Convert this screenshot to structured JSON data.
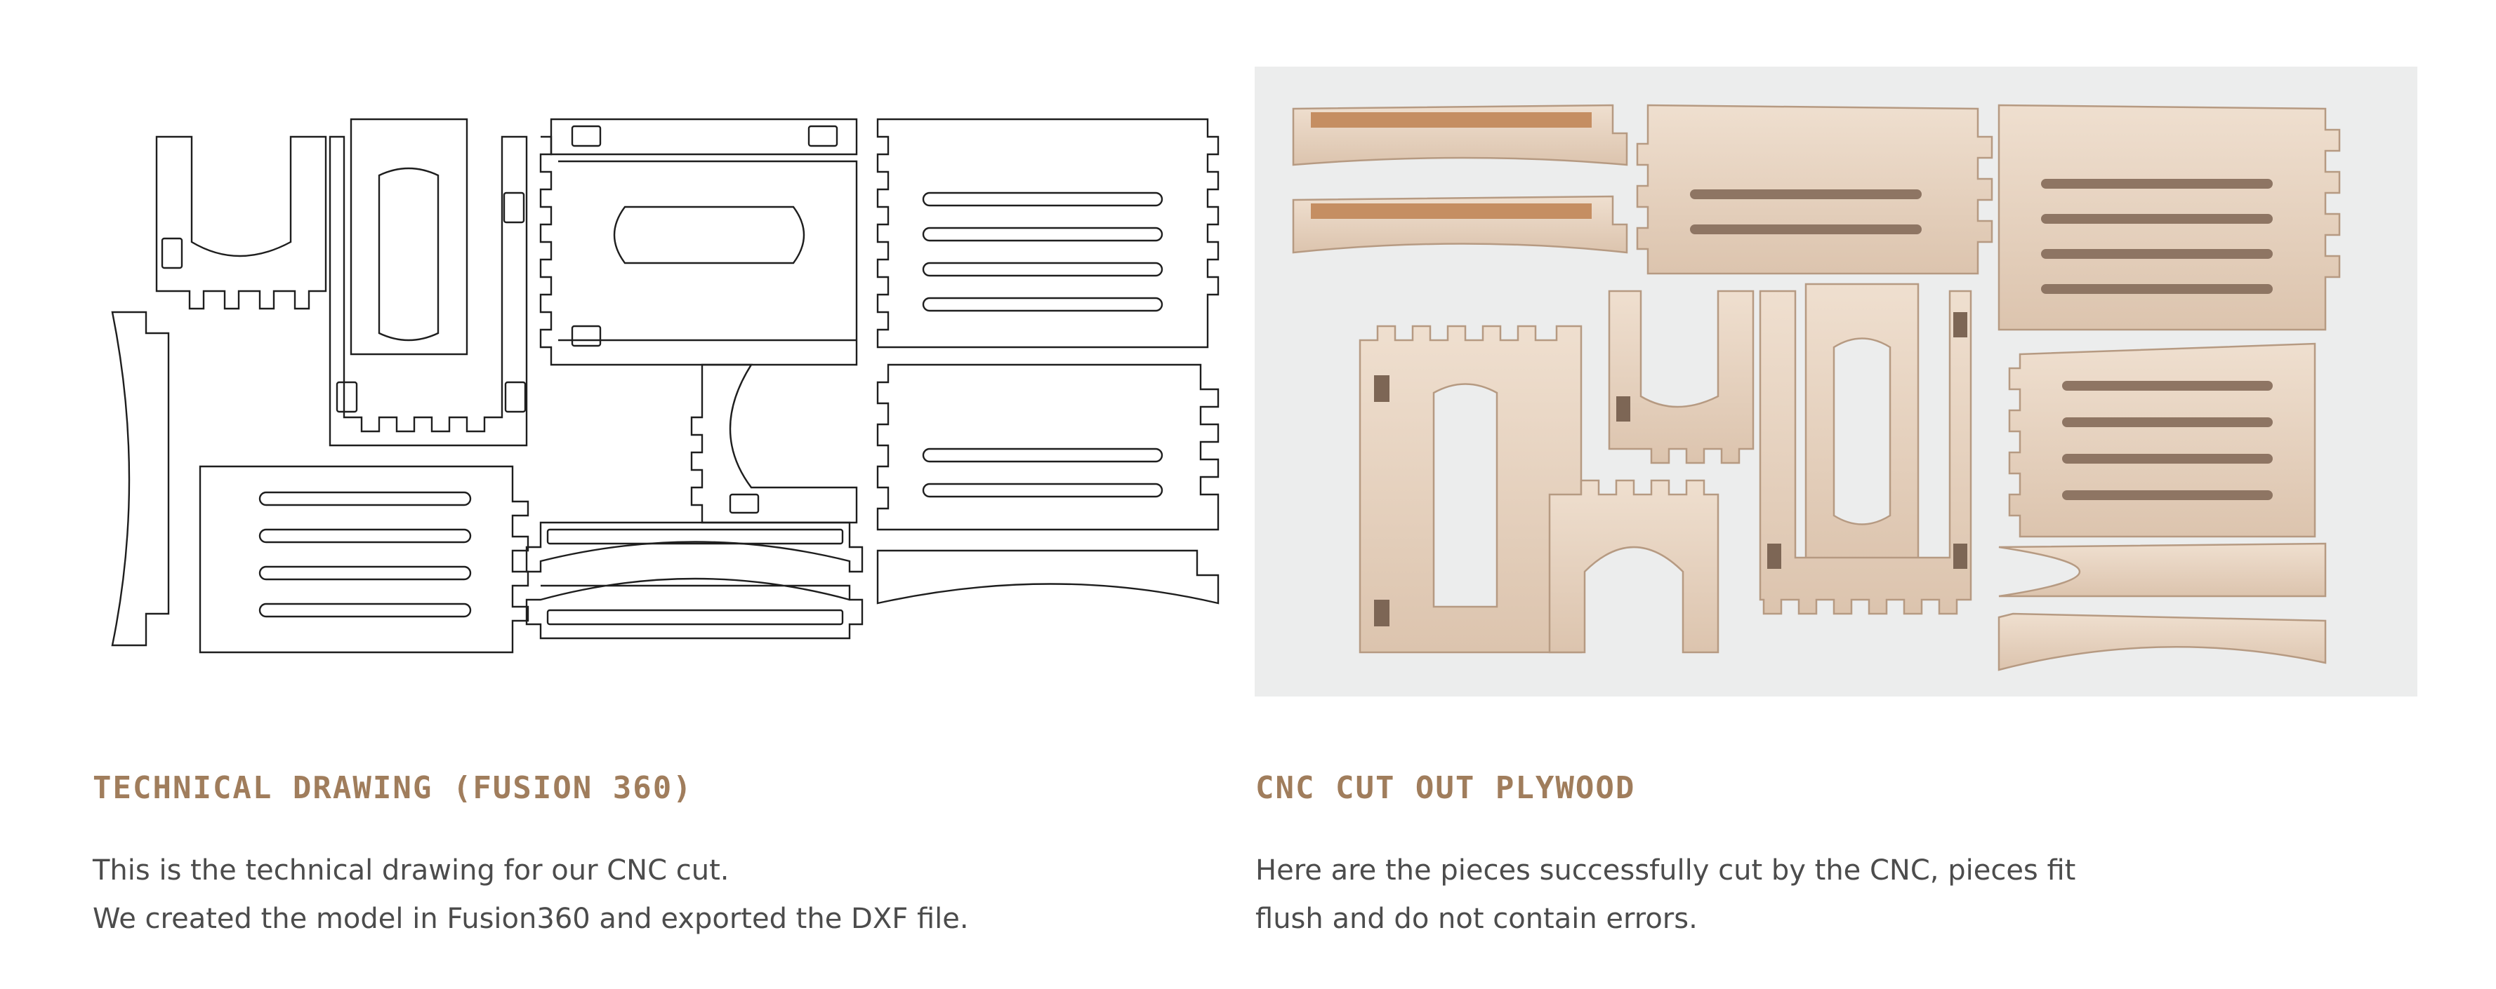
{
  "colors": {
    "heading": "#a07d5c",
    "body_text": "#4c4c4c",
    "outline": "#1e1e1e",
    "plywood": "#e8d5c3",
    "plywood_edge": "#b69a82",
    "photo_background": "#eceded"
  },
  "left_column": {
    "heading": "TECHNICAL DRAWING (FUSION 360)",
    "paragraph_lines": [
      "This is the technical drawing for our CNC cut.",
      "We created the model in Fusion360 and exported the DXF file."
    ]
  },
  "right_column": {
    "heading": "CNC CUT OUT PLYWOOD",
    "paragraph_lines": [
      "Here are the pieces successfully cut by the CNC, pieces fit",
      "flush and do not contain errors."
    ]
  }
}
